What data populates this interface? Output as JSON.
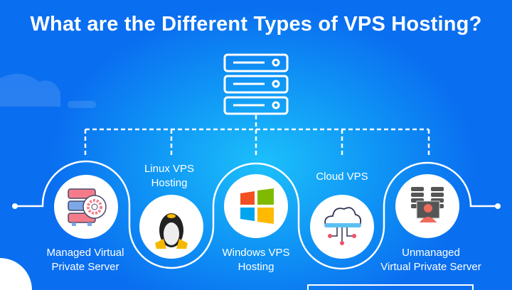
{
  "title": "What are the Different Types of VPS Hosting?",
  "types": [
    {
      "label_line1": "Managed Virtual",
      "label_line2": "Private Server",
      "icon": "managed-server-gear-icon"
    },
    {
      "label_line1": "Linux VPS",
      "label_line2": "Hosting",
      "icon": "linux-penguin-icon"
    },
    {
      "label_line1": "Windows VPS",
      "label_line2": "Hosting",
      "icon": "windows-logo-icon"
    },
    {
      "label_line1": "Cloud VPS",
      "label_line2": "",
      "icon": "cloud-network-icon"
    },
    {
      "label_line1": "Unmanaged",
      "label_line2": "Virtual Private Server",
      "icon": "unmanaged-server-user-icon"
    }
  ],
  "colors": {
    "bg_dark": "#0a6ef0",
    "bg_light": "#1cc0fb",
    "win_red": "#f25022",
    "win_green": "#7fba00",
    "win_blue": "#00a4ef",
    "win_yellow": "#ffb900"
  }
}
